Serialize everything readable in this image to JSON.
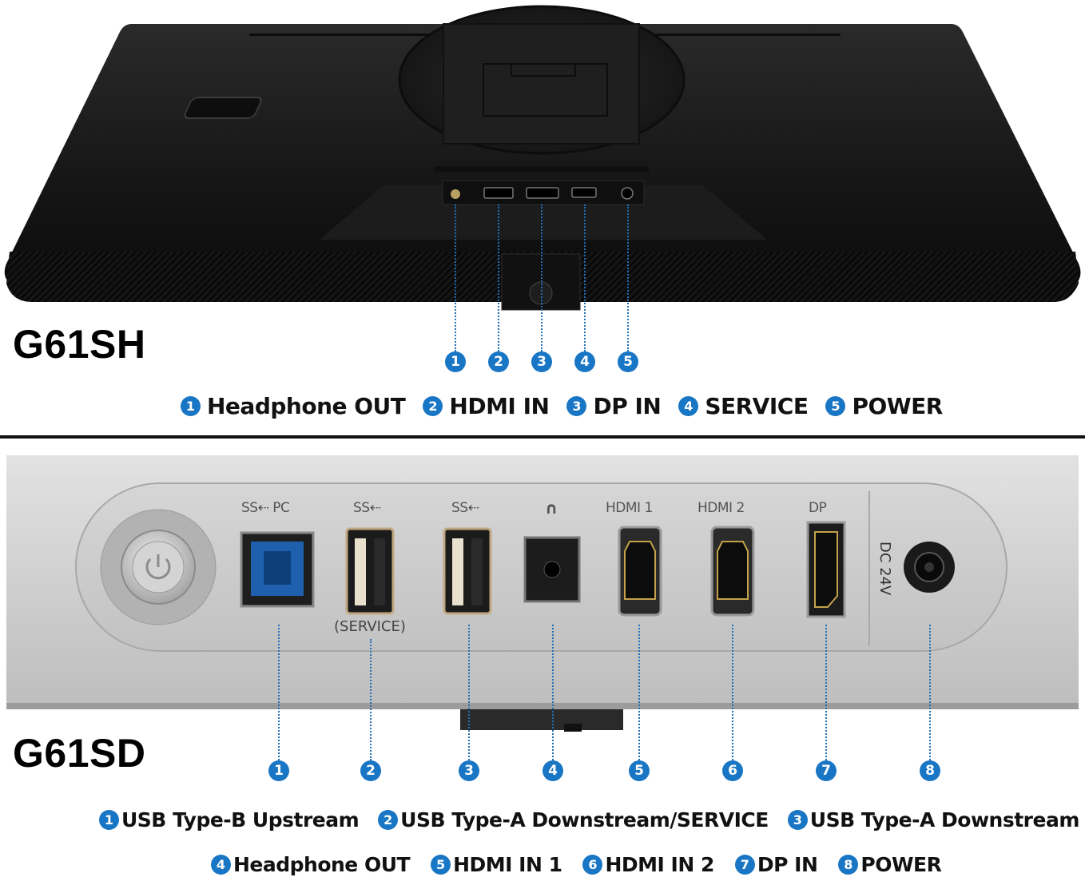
{
  "top": {
    "model": "G61SH",
    "callouts": [
      "1",
      "2",
      "3",
      "4",
      "5"
    ],
    "legend": [
      {
        "num": "1",
        "label": "Headphone OUT"
      },
      {
        "num": "2",
        "label": "HDMI IN"
      },
      {
        "num": "3",
        "label": "DP IN"
      },
      {
        "num": "4",
        "label": "SERVICE"
      },
      {
        "num": "5",
        "label": "POWER"
      }
    ]
  },
  "bottom": {
    "model": "G61SD",
    "port_labels": {
      "usb_b": "SS⇠ PC",
      "usb_a1": "SS⇠",
      "usb_a2": "SS⇠",
      "headphone": "∩",
      "hdmi1": "HDMI 1",
      "hdmi2": "HDMI 2",
      "dp": "DP",
      "dc": "DC 24V",
      "service": "(SERVICE)"
    },
    "callouts": [
      "1",
      "2",
      "3",
      "4",
      "5",
      "6",
      "7",
      "8"
    ],
    "legend_row1": [
      {
        "num": "1",
        "label": "USB Type-B Upstream"
      },
      {
        "num": "2",
        "label": "USB Type-A Downstream/SERVICE"
      },
      {
        "num": "3",
        "label": "USB Type-A Downstream"
      }
    ],
    "legend_row2": [
      {
        "num": "4",
        "label": "Headphone OUT"
      },
      {
        "num": "5",
        "label": "HDMI IN 1"
      },
      {
        "num": "6",
        "label": "HDMI IN 2"
      },
      {
        "num": "7",
        "label": "DP IN"
      },
      {
        "num": "8",
        "label": "POWER"
      }
    ]
  },
  "colors": {
    "callout_blue": "#1976c4",
    "monitor_body": "#1a1a1a",
    "panel_silver": "#c8c8c8"
  }
}
